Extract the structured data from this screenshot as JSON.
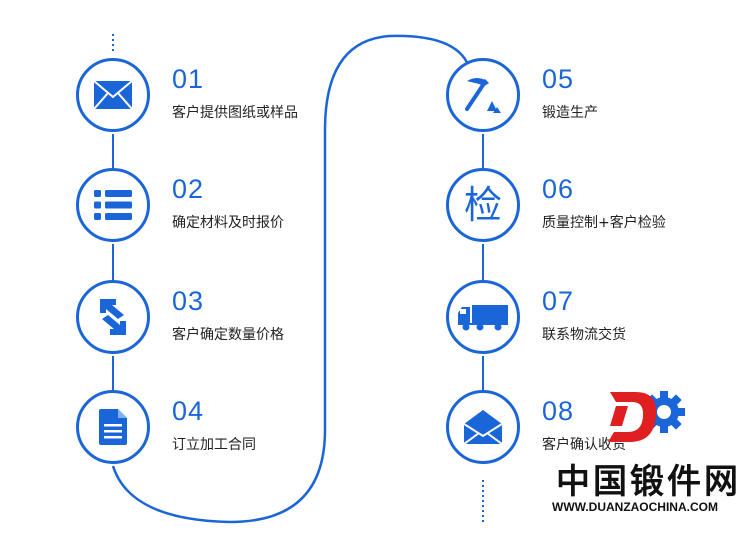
{
  "steps": [
    {
      "number": "01",
      "label": "客户提供图纸或样品",
      "icon": "envelope-icon"
    },
    {
      "number": "02",
      "label": "确定材料及时报价",
      "icon": "list-icon"
    },
    {
      "number": "03",
      "label": "客户确定数量价格",
      "icon": "exchange-arrows-icon"
    },
    {
      "number": "04",
      "label": "订立加工合同",
      "icon": "document-icon"
    },
    {
      "number": "05",
      "label": "锻造生产",
      "icon": "hammer-icon"
    },
    {
      "number": "06",
      "label": "质量控制+客户检验",
      "icon": "inspect-character-icon",
      "icon_text": "检"
    },
    {
      "number": "07",
      "label": "联系物流交货",
      "icon": "truck-icon"
    },
    {
      "number": "08",
      "label": "客户确认收货",
      "icon": "open-envelope-icon"
    }
  ],
  "brand": {
    "name": "中国锻件网",
    "url": "WWW.DUANZAOCHINA.COM"
  },
  "colors": {
    "primary": "#1a66d9",
    "logo_red": "#e02020",
    "logo_blue": "#1a66d9"
  }
}
